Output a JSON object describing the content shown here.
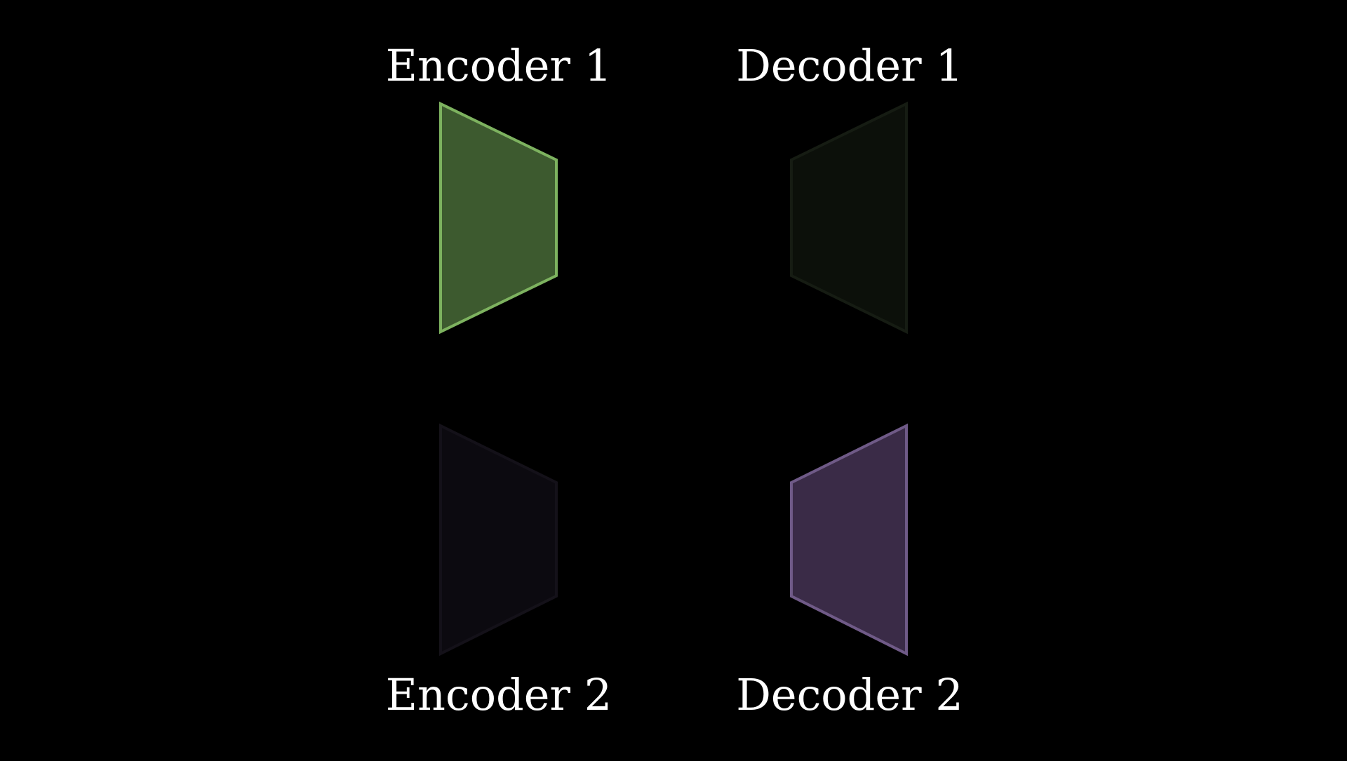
{
  "labels": {
    "encoder_1": "Encoder 1",
    "decoder_1": "Decoder 1",
    "encoder_2": "Encoder 2",
    "decoder_2": "Decoder 2"
  },
  "colors": {
    "background": "#000000",
    "text": "#ffffff",
    "encoder_1_fill": "#3d5a2f",
    "encoder_1_stroke": "#7db25f",
    "decoder_1_fill": "#0c100a",
    "decoder_1_stroke": "#161c13",
    "encoder_2_fill": "#0c0a10",
    "encoder_2_stroke": "#141119",
    "decoder_2_fill": "#3a2b47",
    "decoder_2_stroke": "#6f5a87"
  },
  "highlighted": [
    "encoder_1",
    "decoder_2"
  ]
}
